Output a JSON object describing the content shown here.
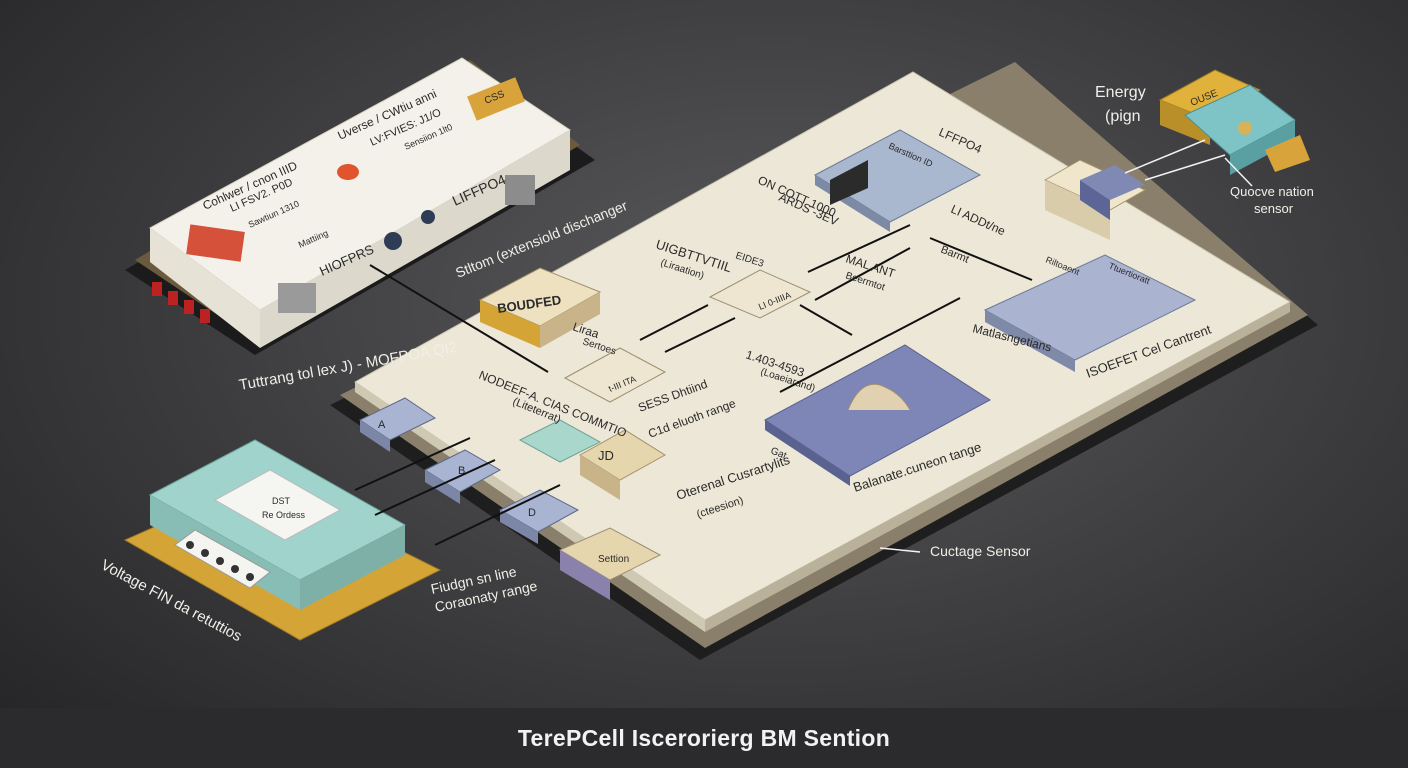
{
  "caption": "TerePCell Iscerorierg BM Sention",
  "left_module": {
    "labels": [
      "Uverse / CWtiu anni",
      "LV:FVIES: J1/O",
      "Sensiion 1lt0",
      "Cohlwer / cnon IIID",
      "LI FSV2. P0D",
      "Sawtiun 1310",
      "Mattiing",
      "HIOFPRS",
      "LIFFPO4"
    ],
    "tag": "CSS"
  },
  "board": {
    "modules": [
      "BOUDFED",
      "ON COTT 1000",
      "Barsttion ID",
      "LFFPO4",
      "ARDS -3EV",
      "LI ADDt/ne"
    ],
    "labels": [
      "UIGBTTVTIIL",
      "(Liraation)",
      "EIDE3",
      "MAL ANT",
      "Beermtot",
      "LI 0-IIIIA",
      "t-III ITA",
      "Liraa",
      "Sertoes",
      "1.403-4593",
      "(Loaeiarand)",
      "NODEEF-A. CIAS COMMTIO",
      "(Liteterrat)",
      "SESS Dhtiind",
      "C1d eluoth range",
      "Barmt",
      "Riltoaent",
      "Matlasngetians",
      "Ttuertioratt",
      "ISOEFET Cel Cantrent",
      "Gat",
      "Oterenal Cusrartylits",
      "(cteesion)",
      "Balanate.cuneon tange",
      "JD"
    ]
  },
  "callouts": {
    "energy": "Energy",
    "energy_sub": "(pign",
    "quocve": "Quocve nation",
    "sensor": "sensor",
    "leakage": "Cuctage Sensor",
    "thermal": "Tuttrang tol lex J) - MOFPOA QI2",
    "external": "Stltom (extensiold dischanger",
    "fluid1": "Fiudgn sn line",
    "fluid2": "Coraonaty range",
    "voltage": "Voltage FIN da retuttios",
    "relay_tag": "OUSE"
  },
  "cooling": {
    "tag1": "DST",
    "tag2": "Re Ordess"
  },
  "connectors": {
    "a": "A",
    "b": "B",
    "c": "D",
    "d": "Settion"
  },
  "colors": {
    "background": "#3b3b3d",
    "board": "#ece7d6",
    "blue": "#7d86b7",
    "teal": "#9fd3cc",
    "tan": "#d9c8a0",
    "gold": "#c9a13a"
  }
}
